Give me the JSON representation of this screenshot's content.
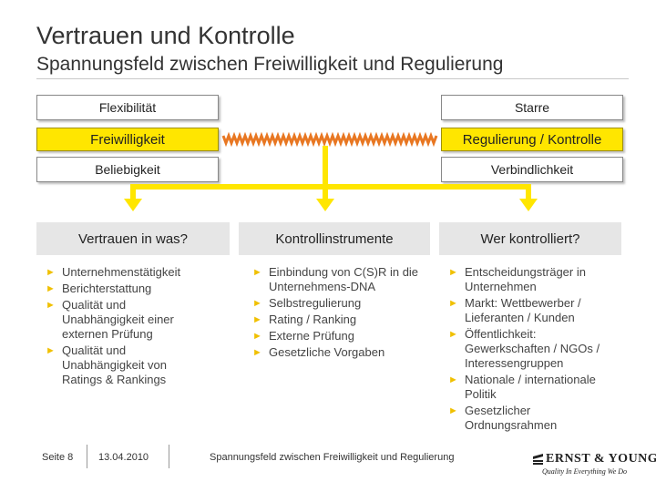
{
  "slide": {
    "title": "Vertrauen und Kontrolle",
    "subtitle": "Spannungsfeld zwischen Freiwilligkeit und Regulierung"
  },
  "spectrum": {
    "left_top": "Flexibilität",
    "left_mid": "Freiwilligkeit",
    "left_bottom": "Beliebigkeit",
    "right_top": "Starre",
    "right_mid": "Regulierung / Kontrolle",
    "right_bottom": "Verbindlichkeit"
  },
  "columns": [
    {
      "heading": "Vertrauen in was?",
      "items": [
        "Unternehmenstätigkeit",
        "Berichterstattung",
        "Qualität und Unabhängigkeit einer externen Prüfung",
        "Qualität und Unabhängigkeit von Ratings & Rankings"
      ]
    },
    {
      "heading": "Kontrollinstrumente",
      "items": [
        "Einbindung von C(S)R in die Unternehmens-DNA",
        "Selbstregulierung",
        "Rating / Ranking",
        "Externe Prüfung",
        "Gesetzliche Vorgaben"
      ]
    },
    {
      "heading": "Wer kontrolliert?",
      "items": [
        "Entscheidungsträger in Unternehmen",
        "Markt: Wettbewerber / Lieferanten / Kunden",
        "Öffentlichkeit: Gewerkschaften / NGOs / Interessengruppen",
        "Nationale / internationale Politik",
        "Gesetzlicher Ordnungsrahmen"
      ]
    }
  ],
  "footer": {
    "page": "Seite 8",
    "date": "13.04.2010",
    "caption": "Spannungsfeld zwischen Freiwilligkeit und Regulierung",
    "logo_text": "ERNST & YOUNG",
    "logo_tagline": "Quality In Everything We Do"
  },
  "colors": {
    "accent_yellow": "#ffe600",
    "bullet_yellow": "#f0c000",
    "wave_orange": "#e87722",
    "header_gray": "#e6e6e6"
  },
  "icons": {
    "bullet": "triangle-right-icon",
    "logo": "ey-logo-icon"
  }
}
